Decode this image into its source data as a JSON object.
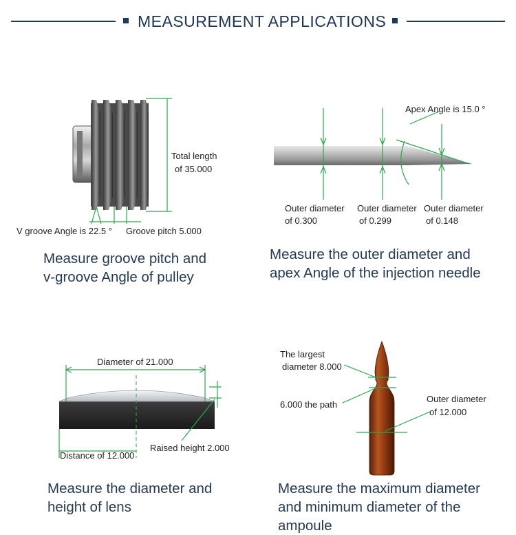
{
  "header": {
    "title": "MEASUREMENT APPLICATIONS"
  },
  "pulley": {
    "total_length_1": "Total length",
    "total_length_2": "of 35.000",
    "v_groove": "V groove Angle is 22.5 °",
    "groove_pitch": "Groove pitch 5.000",
    "caption_1": "Measure groove pitch and",
    "caption_2": "v-groove Angle of pulley"
  },
  "needle": {
    "apex": "Apex Angle is 15.0 °",
    "od1_a": "Outer diameter",
    "od1_b": "of 0.300",
    "od2_a": "Outer diameter",
    "od2_b": "of 0.299",
    "od3_a": "Outer diameter",
    "od3_b": "of 0.148",
    "caption_1": "Measure the outer diameter and",
    "caption_2": "apex Angle of the injection needle"
  },
  "lens": {
    "diameter": "Diameter of 21.000",
    "raised": "Raised height 2.000",
    "distance": "Distance of 12.000",
    "caption_1": "Measure the diameter and",
    "caption_2": "height of lens"
  },
  "ampoule": {
    "largest_1": "The largest",
    "largest_2": "diameter 8.000",
    "path": "6.000 the path",
    "od_1": "Outer diameter",
    "od_2": "of 12.000",
    "caption_1": "Measure the maximum diameter",
    "caption_2": "and minimum diameter of the",
    "caption_3": "ampoule"
  },
  "colors": {
    "accent_green": "#2aa84a",
    "navy": "#1d3a5a",
    "amber": "#8a3a14"
  }
}
